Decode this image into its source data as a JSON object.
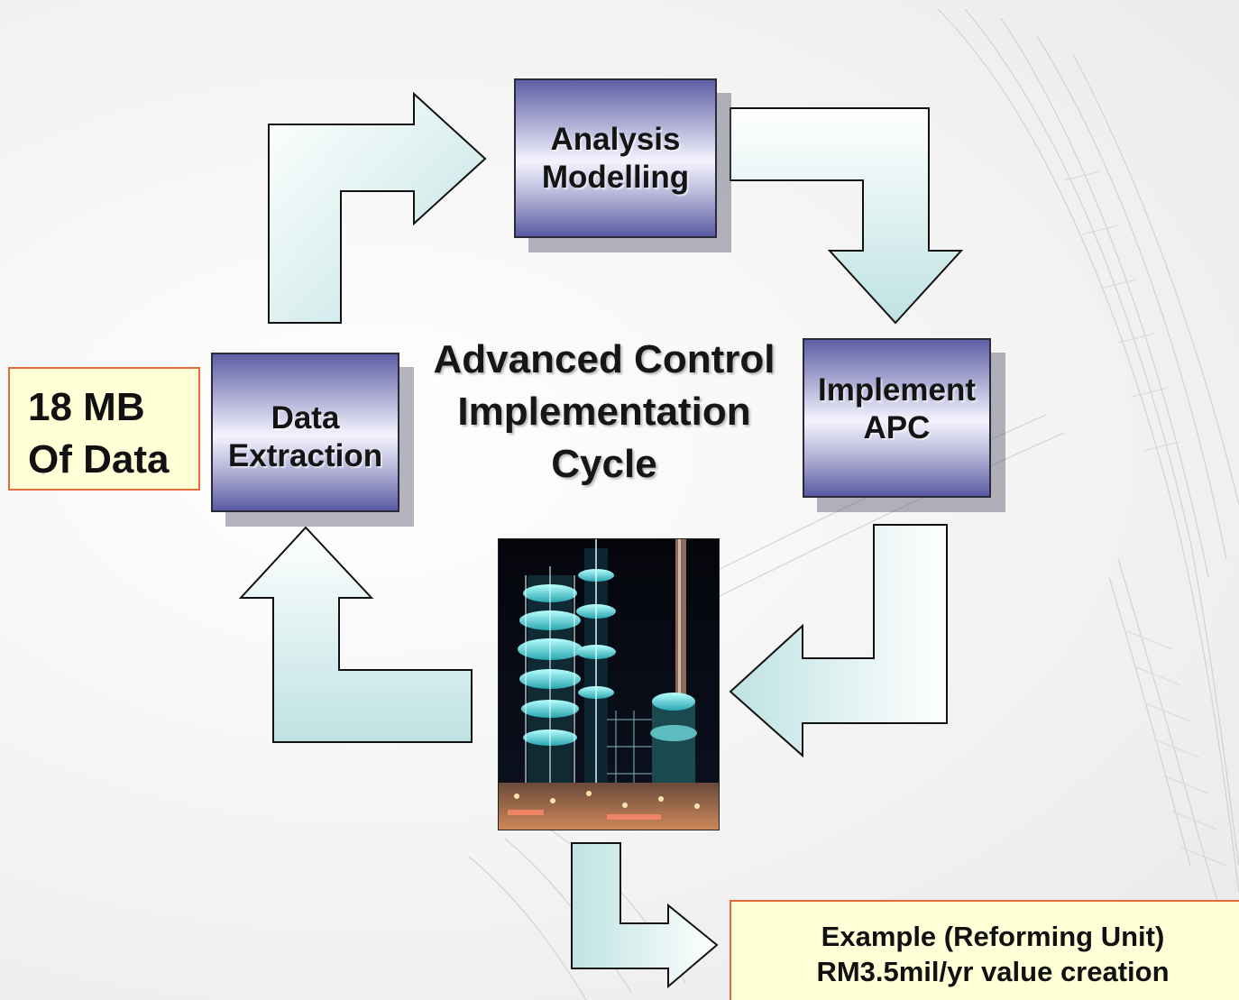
{
  "diagram": {
    "title": "Advanced Control\nImplementation\nCycle",
    "stages": {
      "analysis": "Analysis\nModelling",
      "implement": "Implement\nAPC",
      "extraction": "Data\nExtraction"
    },
    "callouts": {
      "data_size": "18 MB\nOf Data",
      "example": "Example (Reforming Unit)\nRM3.5mil/yr value creation"
    },
    "photo": "refinery-plant-night-photo",
    "colors": {
      "arrow_fill_start": "#ffffff",
      "arrow_fill_end": "#bfe2e2",
      "box_dark": "#5a5aa2",
      "callout_fill": "#ffffd8",
      "callout_border": "#e36a3a"
    }
  }
}
